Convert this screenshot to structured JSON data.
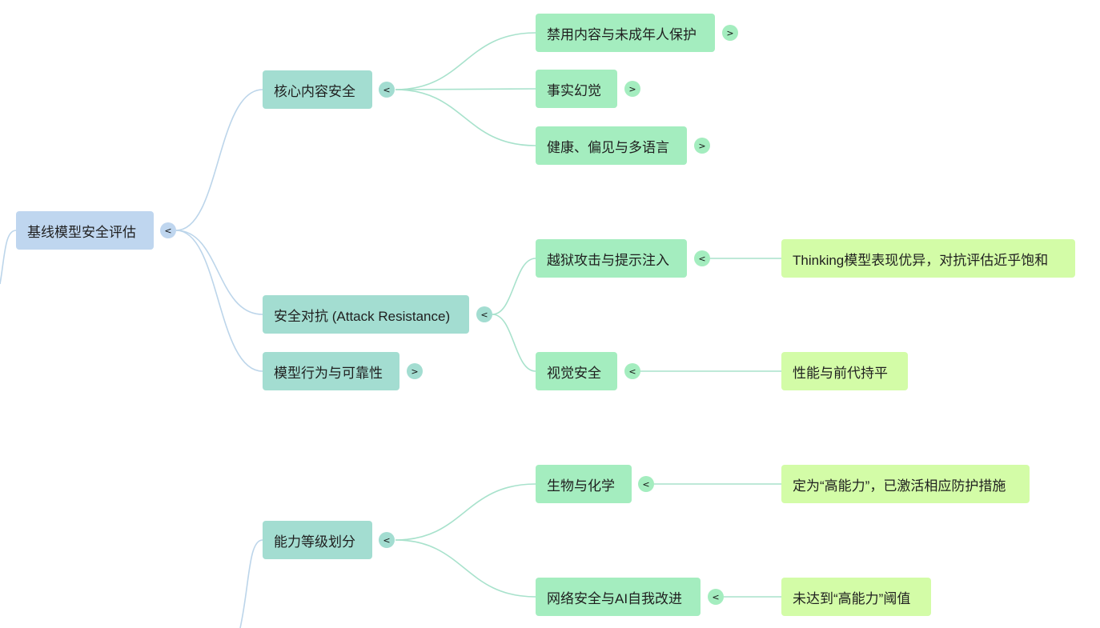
{
  "root": {
    "label": "基线模型安全评估",
    "toggle": "<"
  },
  "core_content_safety": {
    "label": "核心内容安全",
    "toggle": "<"
  },
  "prohibited_content": {
    "label": "禁用内容与未成年人保护",
    "toggle": ">"
  },
  "factual_hallucination": {
    "label": "事实幻觉",
    "toggle": ">"
  },
  "health_bias": {
    "label": "健康、偏见与多语言",
    "toggle": ">"
  },
  "adversarial": {
    "label": "安全对抗 (Attack Resistance)",
    "toggle": "<"
  },
  "jailbreak": {
    "label": "越狱攻击与提示注入",
    "toggle": "<"
  },
  "jailbreak_note": {
    "label": "Thinking模型表现优异，对抗评估近乎饱和"
  },
  "visual_safety": {
    "label": "视觉安全",
    "toggle": "<"
  },
  "visual_note": {
    "label": "性能与前代持平"
  },
  "behavior": {
    "label": "模型行为与可靠性",
    "toggle": ">"
  },
  "capability": {
    "label": "能力等级划分",
    "toggle": "<"
  },
  "bio_chem": {
    "label": "生物与化学",
    "toggle": "<"
  },
  "bio_chem_note": {
    "label": "定为“高能力”，已激活相应防护措施"
  },
  "cyber_ai": {
    "label": "网络安全与AI自我改进",
    "toggle": "<"
  },
  "cyber_ai_note": {
    "label": "未达到“高能力”阈值"
  },
  "colors": {
    "root": "#bfd6ef",
    "level1": "#a3ddd1",
    "level2": "#a4edbf",
    "level3": "#d3fca7",
    "edge_blue": "#bcd5ea",
    "edge_green": "#a8e2cc"
  }
}
